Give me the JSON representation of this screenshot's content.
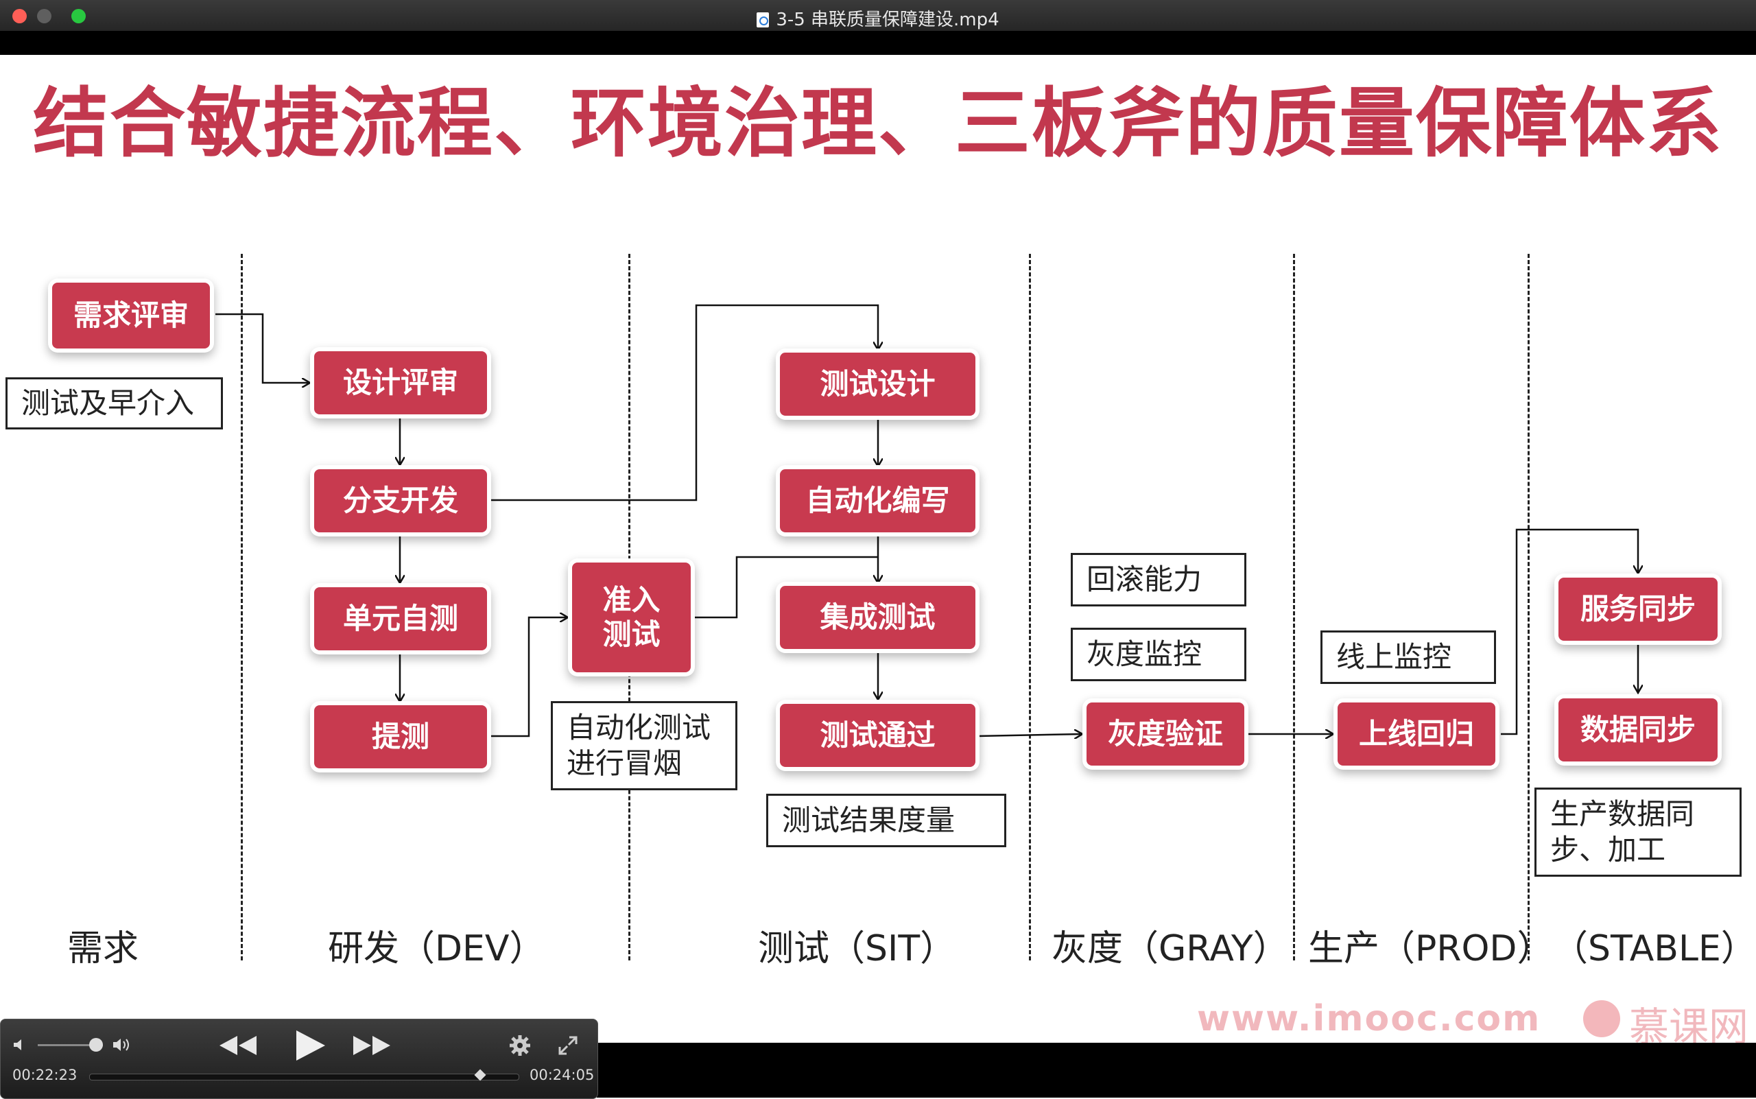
{
  "window": {
    "title": "3-5 串联质量保障建设.mp4"
  },
  "slide": {
    "title": "结合敏捷流程、环境治理、三板斧的质量保障体系",
    "nodes": {
      "req_review": "需求评审",
      "design_review": "设计评审",
      "branch_dev": "分支开发",
      "unit_test": "单元自测",
      "submit_test": "提测",
      "admission_test": "准入\n测试",
      "test_design": "测试设计",
      "auto_writing": "自动化编写",
      "integration_test": "集成测试",
      "test_passed": "测试通过",
      "gray_verify": "灰度验证",
      "release_regress": "上线回归",
      "service_sync": "服务同步",
      "data_sync": "数据同步"
    },
    "notes": {
      "early_involve": "测试及早介入",
      "auto_smoke": "自动化测试\n进行冒烟",
      "result_measure": "测试结果度量",
      "rollback": "回滚能力",
      "gray_monitor": "灰度监控",
      "online_monitor": "线上监控",
      "prod_data": "生产数据同\n步、加工"
    },
    "stages": [
      "需求",
      "研发（DEV）",
      "测试（SIT）",
      "灰度（GRAY）",
      "生产（PROD）",
      "（STABLE）"
    ],
    "watermark": {
      "url": "www.imooc.com",
      "brand": "慕课网"
    }
  },
  "player": {
    "elapsed": "00:22:23",
    "total": "00:24:05",
    "progress_fraction": 0.93,
    "volume_fraction": 0.8,
    "icons": [
      "volume-low-icon",
      "volume-high-icon",
      "rewind-icon",
      "play-icon",
      "fast-forward-icon",
      "gear-icon",
      "fullscreen-icon"
    ]
  },
  "colors": {
    "node": "#c83a4f",
    "title": "#c2384e",
    "watermark": "#f1b8bd"
  }
}
